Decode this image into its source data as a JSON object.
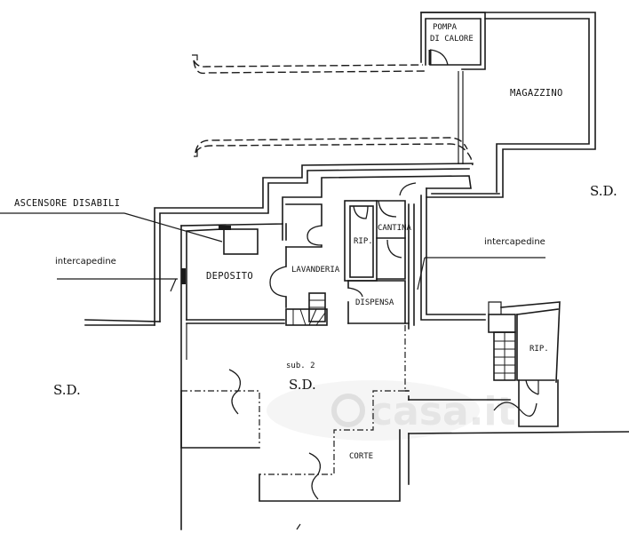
{
  "plan": {
    "rooms": {
      "pompa_line1": "POMPA",
      "pompa_line2": "DI CALORE",
      "magazzino": "MAGAZZINO",
      "deposito": "DEPOSITO",
      "lavanderia": "LAVANDERIA",
      "rip_left": "RIP.",
      "cantina": "CANTINA",
      "dispensa": "DISPENSA",
      "rip_right": "RIP.",
      "corte": "CORTE"
    },
    "annotations": {
      "ascensore": "ASCENSORE DISABILI",
      "intercapedine_left": "intercapedine",
      "intercapedine_right": "intercapedine",
      "sub": "sub. 2",
      "sd_center": "S.D.",
      "sd_left": "S.D.",
      "sd_right": "S.D."
    },
    "watermark": "casa.it",
    "colors": {
      "line": "#1a1a1a",
      "background": "#ffffff",
      "watermark": "#d9d9d9"
    }
  }
}
